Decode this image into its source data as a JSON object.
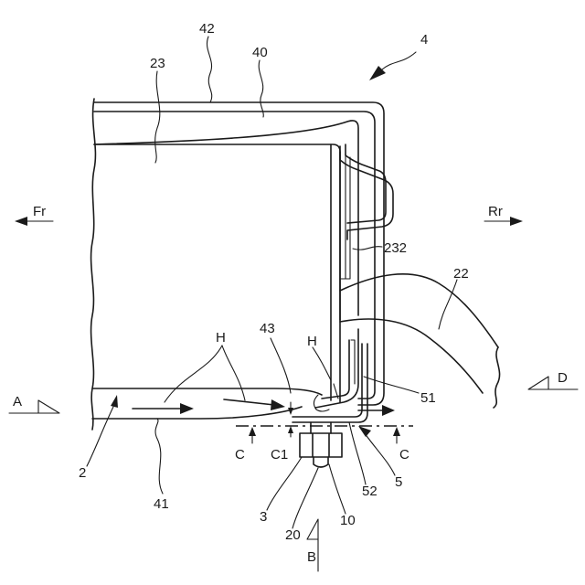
{
  "labels": {
    "ref_4": "4",
    "ref_42": "42",
    "ref_40": "40",
    "ref_23": "23",
    "ref_232": "232",
    "ref_22": "22",
    "ref_51": "51",
    "ref_43": "43",
    "ref_H_left": "H",
    "ref_H_right": "H",
    "ref_2": "2",
    "ref_41": "41",
    "ref_C_left": "C",
    "ref_C1": "C1",
    "ref_C_right": "C",
    "ref_3": "3",
    "ref_20": "20",
    "ref_10": "10",
    "ref_52": "52",
    "ref_5": "5",
    "ref_B": "B",
    "ref_A": "A",
    "ref_D": "D",
    "dir_front": "Fr",
    "dir_rear": "Rr"
  }
}
